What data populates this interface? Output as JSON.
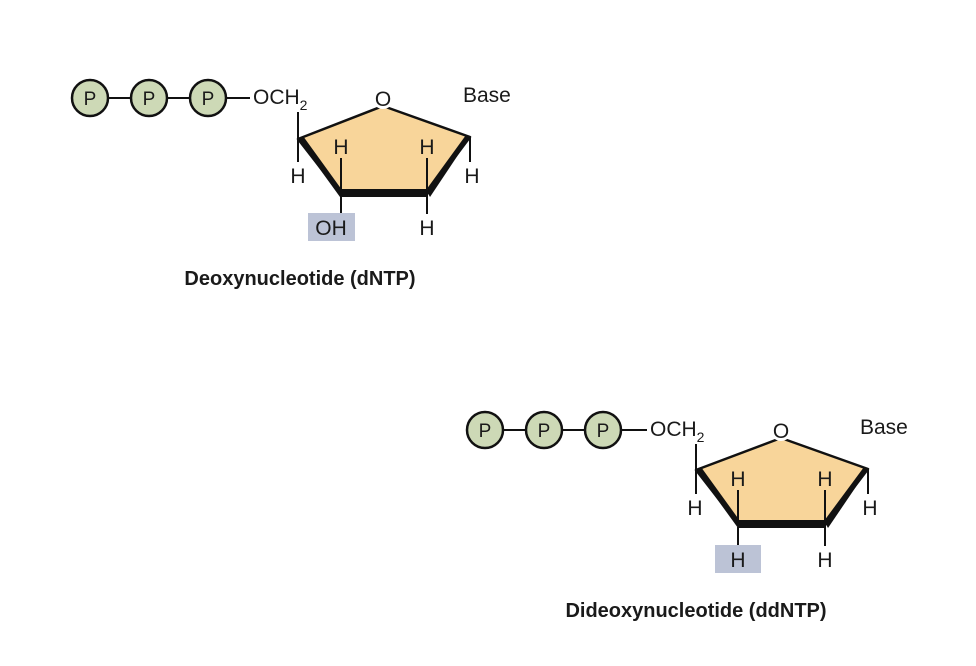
{
  "molecules": [
    {
      "phosphate_label": "P",
      "linker": "OCH",
      "linker_sub": "2",
      "ring_oxygen": "O",
      "base": "Base",
      "c1_h": "H",
      "c2_up_h": "H",
      "c2_down_h": "H",
      "c3_up_h": "H",
      "c3_down": "OH",
      "c4_h": "H",
      "caption": "Deoxynucleotide (dNTP)"
    },
    {
      "phosphate_label": "P",
      "linker": "OCH",
      "linker_sub": "2",
      "ring_oxygen": "O",
      "base": "Base",
      "c1_h": "H",
      "c2_up_h": "H",
      "c2_down_h": "H",
      "c3_up_h": "H",
      "c3_down": "H",
      "c4_h": "H",
      "caption": "Dideoxynucleotide (ddNTP)"
    }
  ],
  "colors": {
    "sugar_fill": "#f8d59a",
    "phosphate_fill": "#cdd9b6",
    "highlight": "#bcc3d6"
  }
}
